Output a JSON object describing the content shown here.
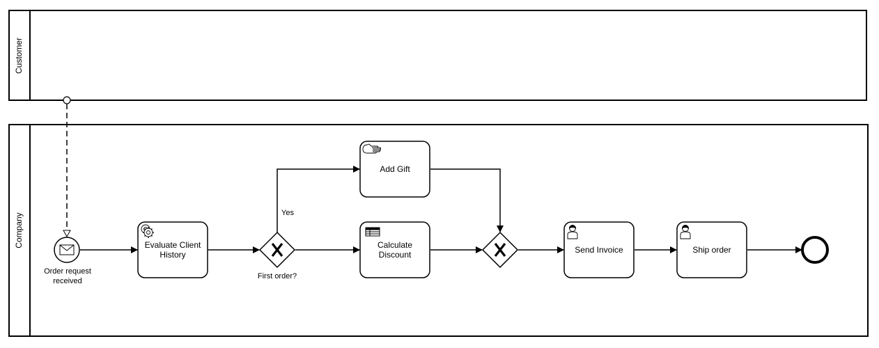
{
  "pools": {
    "customer": {
      "label": "Customer"
    },
    "company": {
      "label": "Company"
    }
  },
  "events": {
    "start": {
      "label": "Order request received",
      "type": "message-start"
    },
    "end": {
      "type": "end"
    }
  },
  "tasks": {
    "evaluate": {
      "label": "Evaluate Client History",
      "type": "service",
      "icon": "gear-icon"
    },
    "add_gift": {
      "label": "Add Gift",
      "type": "manual",
      "icon": "hand-icon"
    },
    "calculate": {
      "label": "Calculate Discount",
      "type": "business-rule",
      "icon": "table-icon"
    },
    "send_invoice": {
      "label": "Send Invoice",
      "type": "user",
      "icon": "user-icon"
    },
    "ship_order": {
      "label": "Ship order",
      "type": "user",
      "icon": "user-icon"
    }
  },
  "gateways": {
    "split": {
      "label": "First order?",
      "type": "exclusive"
    },
    "join": {
      "label": "",
      "type": "exclusive"
    }
  },
  "flows": {
    "yes_label": "Yes"
  }
}
